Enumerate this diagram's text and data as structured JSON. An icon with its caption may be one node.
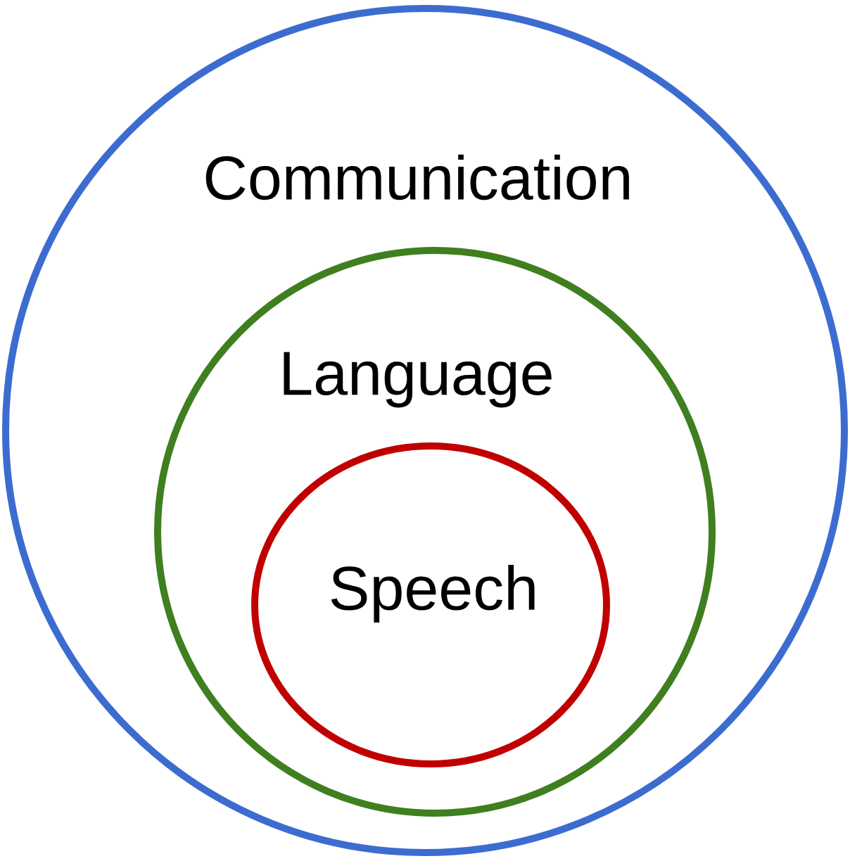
{
  "diagram": {
    "nodes": [
      {
        "text": [
          "Communication"
        ]
      },
      {
        "text": [
          "Language"
        ],
        "in": 0
      },
      {
        "text": [
          "Speech"
        ],
        "in": 1
      }
    ]
  }
}
